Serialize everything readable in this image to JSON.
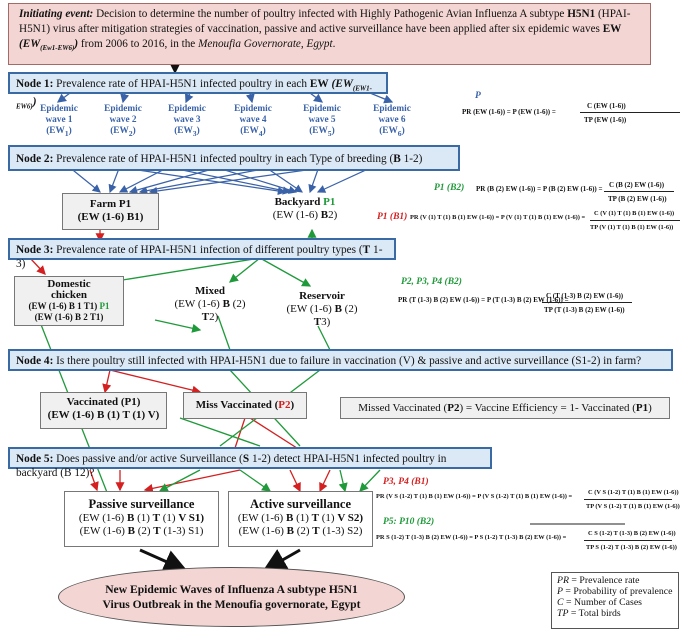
{
  "initiating": {
    "label": "Initiating event:",
    "text_a": " Decision to determine the number of poultry infected with Highly Pathogenic Avian Influenza A subtype ",
    "h5n1": "H5N1",
    "text_b": " (HPAI-H5N1) virus after mitigation strategies of vaccination, passive and active surveillance have been applied after six epidemic waves ",
    "ew": "EW",
    "ew_range": "(EW",
    "ew_range_sub": "(Ew1-EW6)",
    "ew_close": ")",
    "text_c": " from 2006 to 2016, in the ",
    "place": "Menoufia Governorate, Egypt",
    "end": "."
  },
  "node1": {
    "label": "Node 1:",
    "text": " Prevalence rate of HPAI-H5N1 infected poultry in each ",
    "ew": "EW",
    "ew2": "(EW",
    "sub": "(EW1-EW6)",
    "close": ")"
  },
  "waves": [
    {
      "l1": "Epidemic",
      "l2": "wave 1",
      "l3": "(EW",
      "sub": "1",
      "close": ")"
    },
    {
      "l1": "Epidemic",
      "l2": "wave 2",
      "l3": "(EW",
      "sub": "2",
      "close": ")"
    },
    {
      "l1": "Epidemic",
      "l2": "wave 3",
      "l3": "(EW",
      "sub": "3",
      "close": ")"
    },
    {
      "l1": "Epidemic",
      "l2": "wave 4",
      "l3": "(EW",
      "sub": "4",
      "close": ")"
    },
    {
      "l1": "Epidemic",
      "l2": "wave 5",
      "l3": "(EW",
      "sub": "5",
      "close": ")"
    },
    {
      "l1": "Epidemic",
      "l2": "wave 6",
      "l3": "(EW",
      "sub": "6",
      "close": ")"
    }
  ],
  "node2": {
    "label": "Node 2:",
    "text": " Prevalence rate of HPAI-H5N1 infected poultry in each Type of breeding (",
    "b": "B",
    "end": " 1-2)"
  },
  "farm": {
    "title": "Farm P1",
    "line2": "(EW (1-6) ",
    "b": "B",
    "end": "1)"
  },
  "backyard": {
    "title": "Backyard ",
    "p": "P1",
    "line2": "(EW (1-6) ",
    "b": "B",
    "end": "2)"
  },
  "node3": {
    "label": "Node 3:",
    "text": " Prevalence rate of HPAI-H5N1 infection of different poultry types (",
    "t": "T",
    "end": " 1-3)"
  },
  "domestic": {
    "l1": "Domestic",
    "l2": "chicken",
    "l3": "(EW (1-6) B 1 T1) ",
    "p1": "P1",
    "l4": "(EW (1-6) B 2 T1)"
  },
  "mixed": {
    "l1": "Mixed",
    "l2": "(EW (1-6) ",
    "b": "B",
    "l2e": " (2)",
    "l3": "T",
    "l3e": "2)"
  },
  "reservoir": {
    "l1": "Reservoir",
    "l2": "(EW (1-6) ",
    "b": "B",
    "l2e": " (2)",
    "l3": "T",
    "l3e": "3)"
  },
  "node4": {
    "label": "Node 4:",
    "text": " Is there poultry still infected with HPAI-H5N1 due to failure in vaccination (V) & passive and active surveillance (S1-2) in farm?"
  },
  "vaccinated": {
    "l1": "Vaccinated (P1)",
    "l2": "(EW (1-6) ",
    "b": "B",
    "m": " (1) ",
    "t": "T",
    "e": " (1) V)"
  },
  "missvac": {
    "l1": "Miss Vaccinated (",
    "p2": "P2",
    "e": ")"
  },
  "missed_eq": {
    "a": "Missed Vaccinated (",
    "p2": "P2",
    "b": ") = Vaccine Efficiency = 1- Vaccinated (",
    "p1": "P1",
    "c": ")"
  },
  "node5": {
    "label": "Node 5:",
    "text": " Does passive and/or active Surveillance (",
    "s": "S",
    "text2": " 1-2) detect HPAI-H5N1 infected poultry in backyard (B 12)?"
  },
  "passive": {
    "title": "Passive surveillance",
    "r1a": "(EW (1-6) ",
    "r1b": "B",
    "r1c": " (1) ",
    "r1d": "T",
    "r1e": " (1) ",
    "r1f": "V S1)",
    "r2a": "(EW (1-6) ",
    "r2b": "B",
    "r2c": " (2) ",
    "r2d": "T",
    "r2e": " (1-3) S1)"
  },
  "active": {
    "title": "Active surveillance",
    "r1a": "(EW (1-6) ",
    "r1b": "B",
    "r1c": " (1) ",
    "r1d": "T",
    "r1e": " (1) ",
    "r1f": "V S2)",
    "r2a": "(EW (1-6) ",
    "r2b": "B",
    "r2c": " (2) ",
    "r2d": "T",
    "r2e": " (1-3) S2)"
  },
  "outcome": {
    "l1": "New Epidemic Waves of Influenza A subtype H5N1",
    "l2": "Virus Outbreak in the Menoufia governorate, Egypt"
  },
  "formulas": {
    "f1": {
      "tag": "P",
      "name": "PR (EW (1-6)) = P (EW (1-6)) =",
      "num": "C (EW (1-6))",
      "den": "TP (EW (1-6))"
    },
    "f2": {
      "tag": "P1 (B2)",
      "name": "PR (B (2) EW (1-6)) = P (B (2) EW (1-6)) =",
      "num": "C (B (2) EW (1-6))",
      "den": "TP (B (2) EW (1-6))"
    },
    "f3": {
      "tag": "P1 (B1)",
      "name": "PR (V (1) T (1) B (1) EW (1-6)) = P (V (1) T (1) B (1) EW (1-6)) =",
      "num": "C (V (1) T (1) B (1) EW (1-6))",
      "den": "TP (V (1) T (1) B (1) EW (1-6))"
    },
    "f4": {
      "tag": "P2, P3, P4 (B2)",
      "name": "PR (T (1-3) B (2) EW (1-6)) = P (T (1-3) B (2) EW (1-6)) =",
      "num": "C (T (1-3) B (2) EW (1-6))",
      "den": "TP (T (1-3) B (2) EW (1-6))"
    },
    "f5": {
      "tag": "P3, P4 (B1)",
      "name": "PR (V S (1-2) T (1) B (1) EW (1-6)) = P (V S (1-2) T (1) B (1) EW (1-6)) =",
      "num": "C (V S (1-2) T (1) B (1) EW (1-6))",
      "den": "TP (V S (1-2) T (1) B (1) EW (1-6))"
    },
    "f6": {
      "tag": "P5: P10 (B2)",
      "name": "PR S (1-2) T (1-3) B (2) EW (1-6)) = P S (1-2) T (1-3) B (2) EW (1-6)) =",
      "num": "C S (1-2) T (1-3) B (2) EW (1-6))",
      "den": "TP S (1-2) T (1-3) B (2) EW (1-6))"
    }
  },
  "legend": {
    "pr": "PR",
    "pr_t": " = Prevalence rate",
    "p": "P",
    "p_t": " = Probability of prevalence",
    "c": "C",
    "c_t": " = Number of Cases",
    "tp": "TP",
    "tp_t": " = Total birds"
  },
  "colors": {
    "node_fill": "#dbe8f5",
    "node_border": "#3a6aa3",
    "event_fill": "#f3d6d3",
    "wave_blue": "#3a62a8",
    "green": "#1f9a3a",
    "red": "#d42020"
  }
}
